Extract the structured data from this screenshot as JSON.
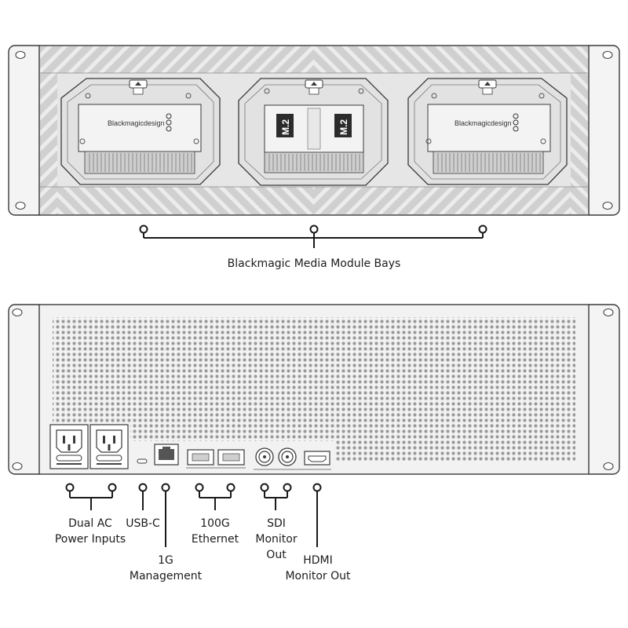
{
  "front_panel": {
    "bays": [
      {
        "logo_text": "Blackmagicdesign"
      },
      {
        "logo_left": "M.2",
        "logo_right": "M.2"
      },
      {
        "logo_text": "Blackmagicdesign"
      }
    ],
    "callout_label": "Blackmagic Media Module Bays"
  },
  "rear_panel": {
    "callouts": [
      {
        "id": "power",
        "lines": [
          "Dual AC",
          "Power Inputs"
        ]
      },
      {
        "id": "usbc",
        "lines": [
          "USB-C"
        ]
      },
      {
        "id": "mgmt",
        "lines": [
          "1G",
          "Management"
        ]
      },
      {
        "id": "eth",
        "lines": [
          "100G",
          "Ethernet"
        ]
      },
      {
        "id": "sdi",
        "lines": [
          "SDI",
          "Monitor",
          "Out"
        ]
      },
      {
        "id": "hdmi",
        "lines": [
          "HDMI",
          "Monitor Out"
        ]
      }
    ]
  },
  "colors": {
    "outline": "#3a3a3a",
    "panel": "#e6e6e6",
    "panel_dark": "#c8c8c8",
    "leader": "#1a1a1a"
  }
}
